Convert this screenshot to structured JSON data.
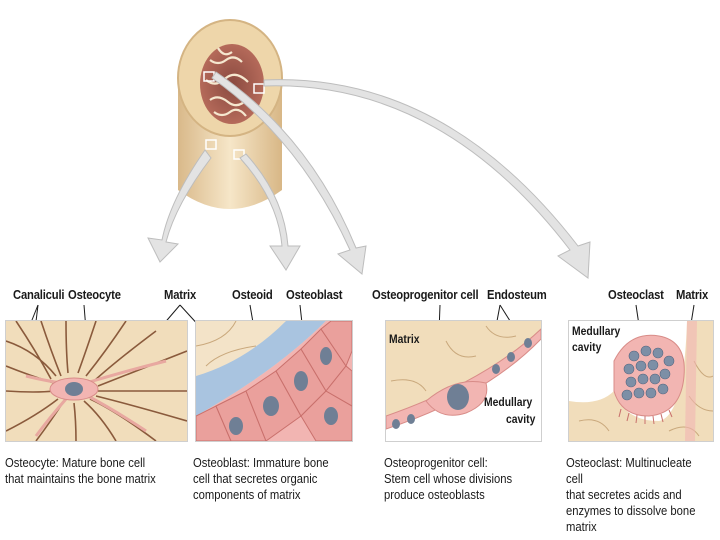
{
  "labels": {
    "canaliculi": "Canaliculi",
    "osteocyte": "Osteocyte",
    "matrix_top": "Matrix",
    "osteoid": "Osteoid",
    "osteoblast": "Osteoblast",
    "osteoprogenitor": "Osteoprogenitor cell",
    "endosteum": "Endosteum",
    "osteoclast": "Osteoclast",
    "matrix_right": "Matrix",
    "matrix_inner": "Matrix",
    "medullary_1": "Medullary",
    "medullary_1b": "cavity",
    "medullary_2": "Medullary",
    "medullary_2b": "cavity"
  },
  "captions": {
    "osteocyte": [
      "Osteocyte: Mature bone cell",
      "that maintains the bone matrix"
    ],
    "osteoblast": [
      "Osteoblast: Immature bone",
      "cell that secretes organic",
      "components of matrix"
    ],
    "osteoprogenitor": [
      "Osteoprogenitor cell:",
      "Stem cell whose divisions",
      "produce osteoblasts"
    ],
    "osteoclast": [
      "Osteoclast: Multinucleate cell",
      "that secretes acids and",
      "enzymes to dissolve bone",
      "matrix"
    ]
  },
  "colors": {
    "bone": "#f0dcb6",
    "matrix": "#f3e3c8",
    "cell": "#f2b5b2",
    "nucleus": "#7d8fa6",
    "osteoid": "#a9c4e0",
    "arrow": "#dcdcdc"
  }
}
